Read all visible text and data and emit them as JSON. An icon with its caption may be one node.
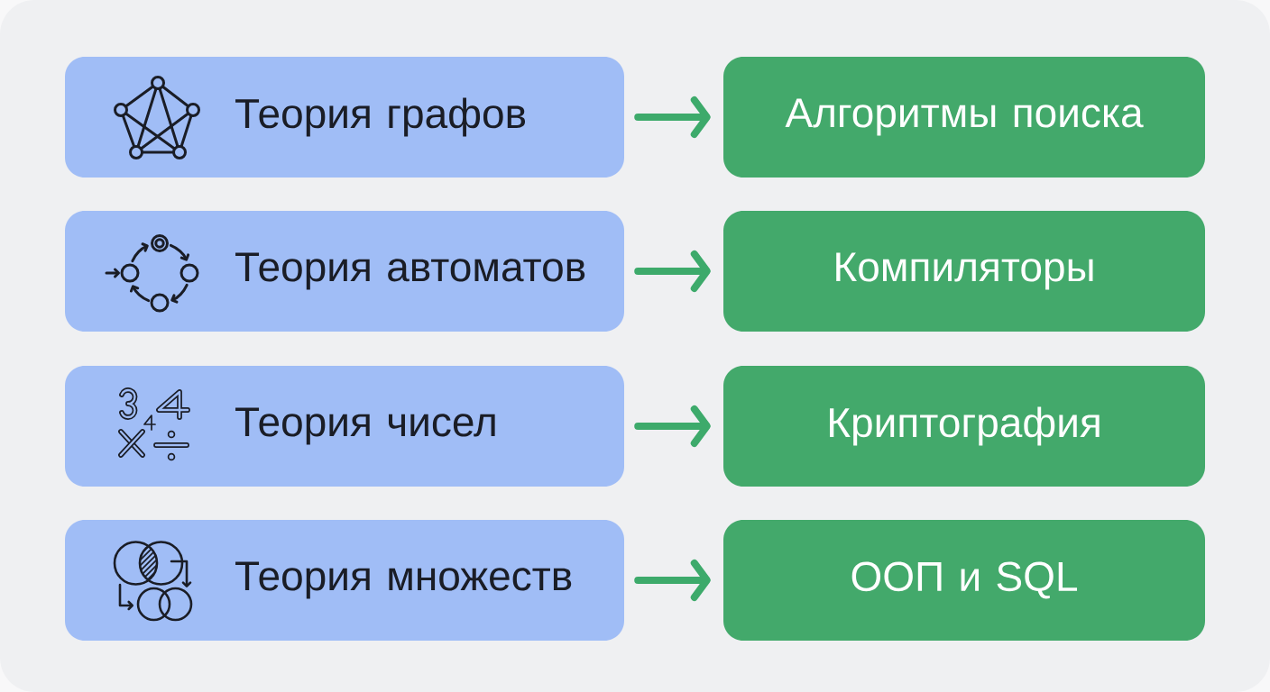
{
  "diagram": {
    "nodes": [
      {
        "text": [
          "Теория графов"
        ]
      },
      {
        "text": [
          "Алгоритмы поиска"
        ]
      },
      {
        "text": [
          "Теория автоматов"
        ]
      },
      {
        "text": [
          "Компиляторы"
        ]
      },
      {
        "text": [
          "Теория чисел"
        ]
      },
      {
        "text": [
          "Криптография"
        ]
      },
      {
        "text": [
          "Теория множеств"
        ]
      },
      {
        "text": [
          "ООП и SQL"
        ]
      }
    ],
    "edges": [
      {
        "from": 0,
        "to": 1,
        "arrow": "to"
      },
      {
        "from": 2,
        "to": 3,
        "arrow": "to"
      },
      {
        "from": 4,
        "to": 5,
        "arrow": "to"
      },
      {
        "from": 6,
        "to": 7,
        "arrow": "to"
      }
    ]
  }
}
